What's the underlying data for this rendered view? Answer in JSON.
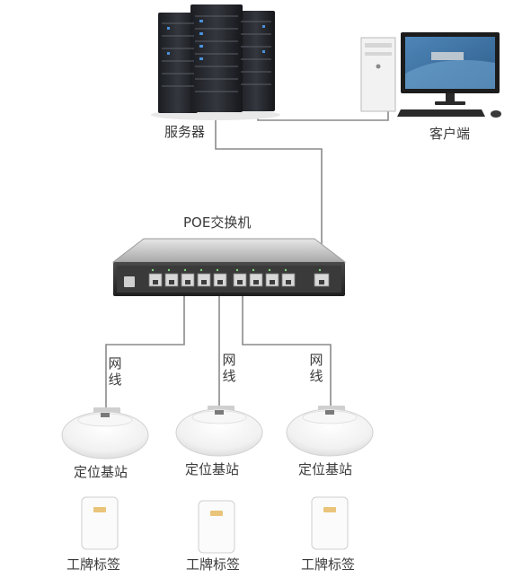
{
  "nodes": {
    "server": {
      "label": "服务器"
    },
    "client": {
      "label": "客户端"
    },
    "switch": {
      "label": "POE交换机"
    }
  },
  "cable_label": "网线",
  "base_stations": [
    {
      "label": "定位基站"
    },
    {
      "label": "定位基站"
    },
    {
      "label": "定位基站"
    }
  ],
  "badges": [
    {
      "label": "工牌标签"
    },
    {
      "label": "工牌标签"
    },
    {
      "label": "工牌标签"
    }
  ]
}
